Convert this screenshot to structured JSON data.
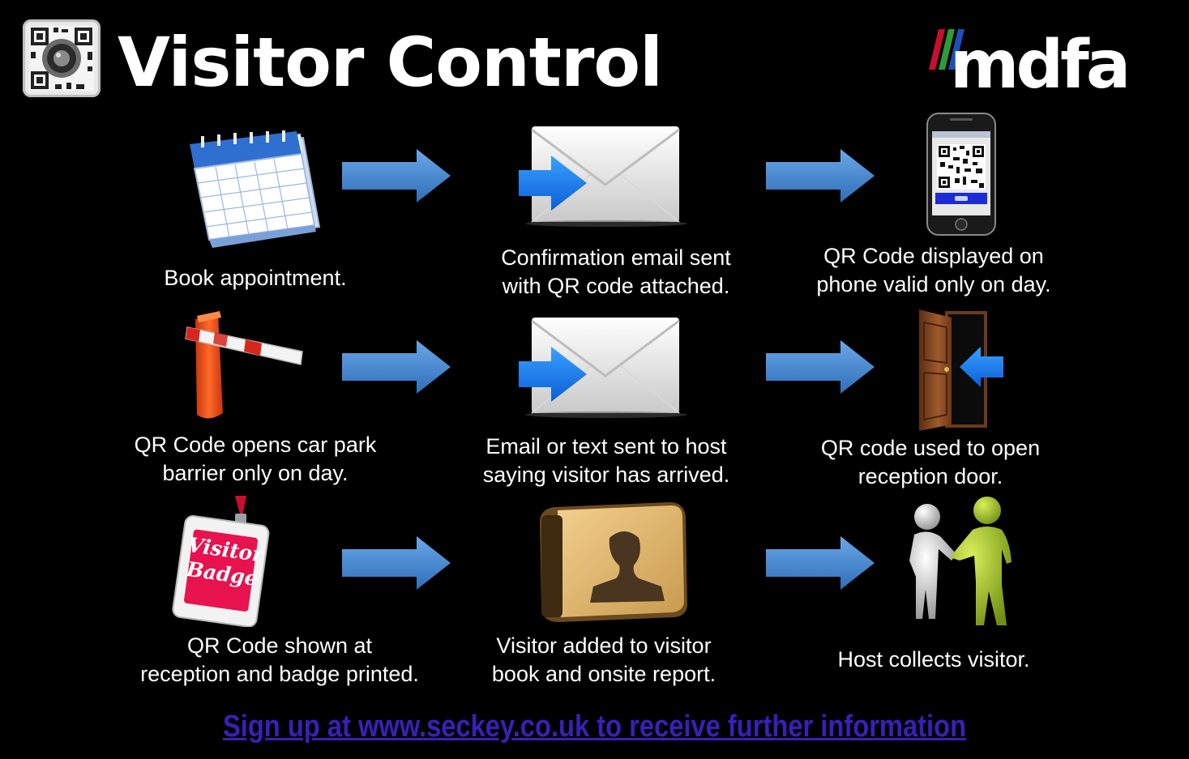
{
  "header": {
    "title": "Visitor Control",
    "brand": "mdfa"
  },
  "steps": [
    {
      "id": "book",
      "icon": "calendar-icon",
      "lines": [
        "Book appointment."
      ]
    },
    {
      "id": "confirm-email",
      "icon": "email-envelope-icon",
      "lines": [
        "Confirmation email sent",
        "with QR code attached."
      ]
    },
    {
      "id": "phone-qr",
      "icon": "phone-qr-icon",
      "lines": [
        "QR Code displayed on",
        "phone valid only on day."
      ]
    },
    {
      "id": "barrier",
      "icon": "car-park-barrier-icon",
      "lines": [
        "QR Code opens car park",
        "barrier only on day."
      ]
    },
    {
      "id": "host-notify",
      "icon": "email-envelope-icon",
      "lines": [
        "Email or text sent to host",
        "saying visitor has arrived."
      ]
    },
    {
      "id": "door",
      "icon": "door-entry-icon",
      "lines": [
        "QR code used to open",
        "reception door."
      ]
    },
    {
      "id": "badge",
      "icon": "visitor-badge-icon",
      "badge_text": [
        "Visitor",
        "Badge"
      ],
      "lines": [
        "QR Code shown at",
        "reception and badge printed."
      ]
    },
    {
      "id": "visitor-book",
      "icon": "address-book-icon",
      "lines": [
        "Visitor added to visitor",
        "book and onsite report."
      ]
    },
    {
      "id": "host-collect",
      "icon": "handshake-icon",
      "lines": [
        "Host collects visitor."
      ]
    }
  ],
  "footer": {
    "link_text": "Sign up at www.seckey.co.uk to receive further information"
  },
  "colors": {
    "background": "#000000",
    "arrow": "#3d7fc6",
    "link": "#3a1fb8",
    "brand_stripes": [
      "#c8102e",
      "#2e9b3a",
      "#1f4fb8"
    ]
  }
}
